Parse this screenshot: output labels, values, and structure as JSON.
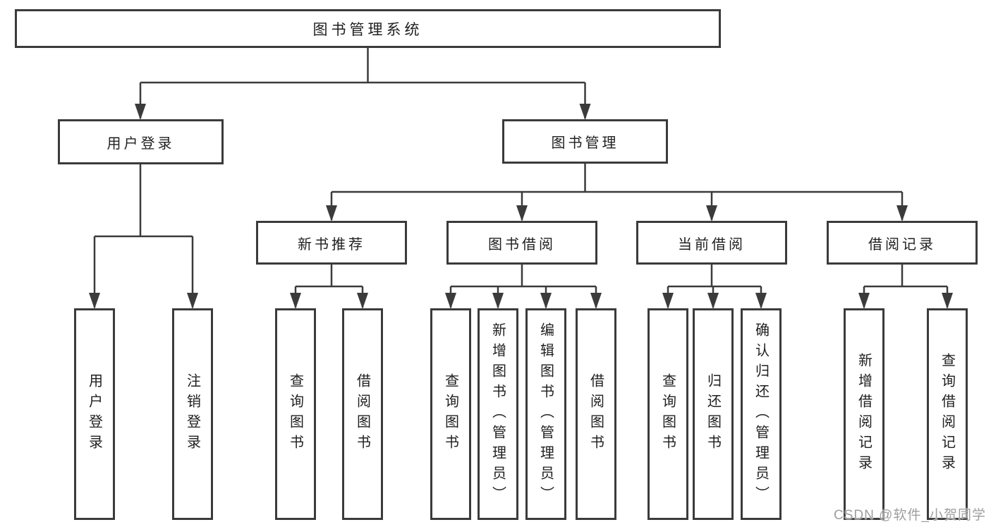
{
  "diagram_type": "hierarchy-tree",
  "colors": {
    "border": "#3b3b3b",
    "line": "#3b3b3b",
    "text": "#1f1f1f",
    "background": "#ffffff",
    "watermark": "#9e9e9e"
  },
  "tree": {
    "label": "图书管理系统",
    "children": [
      {
        "label": "用户登录",
        "children": [
          {
            "label": "用户登录"
          },
          {
            "label": "注销登录"
          }
        ]
      },
      {
        "label": "图书管理",
        "children": [
          {
            "label": "新书推荐",
            "children": [
              {
                "label": "查询图书"
              },
              {
                "label": "借阅图书"
              }
            ]
          },
          {
            "label": "图书借阅",
            "children": [
              {
                "label": "查询图书"
              },
              {
                "label": "新增图书（管理员）"
              },
              {
                "label": "编辑图书（管理员）"
              },
              {
                "label": "借阅图书"
              }
            ]
          },
          {
            "label": "当前借阅",
            "children": [
              {
                "label": "查询图书"
              },
              {
                "label": "归还图书"
              },
              {
                "label": "确认归还（管理员）"
              }
            ]
          },
          {
            "label": "借阅记录",
            "children": [
              {
                "label": "新增借阅记录"
              },
              {
                "label": "查询借阅记录"
              }
            ]
          }
        ]
      }
    ]
  },
  "watermark": {
    "text": "CSDN @软件_小贺同学"
  }
}
